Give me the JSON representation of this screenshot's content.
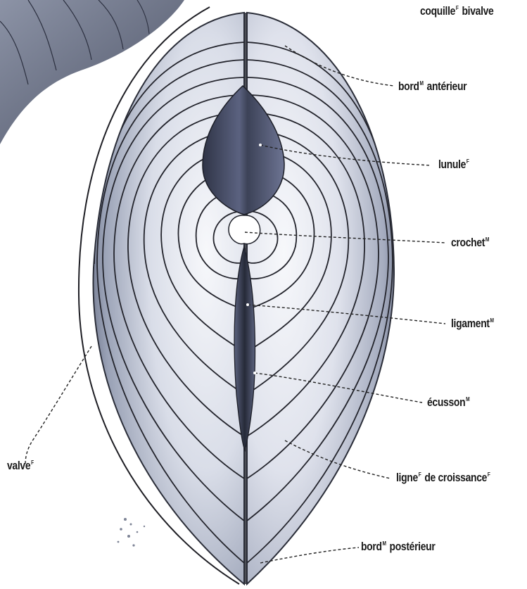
{
  "diagram": {
    "title": {
      "text": "coquille",
      "sup": "F",
      "text2": "bivalve"
    },
    "labels": [
      {
        "id": "bord-anterieur",
        "text": "bord",
        "sup": "M",
        "text2": "antérieur"
      },
      {
        "id": "lunule",
        "text": "lunule",
        "sup": "F",
        "text2": ""
      },
      {
        "id": "crochet",
        "text": "crochet",
        "sup": "M",
        "text2": ""
      },
      {
        "id": "ligament",
        "text": "ligament",
        "sup": "M",
        "text2": ""
      },
      {
        "id": "ecusson",
        "text": "écusson",
        "sup": "M",
        "text2": ""
      },
      {
        "id": "ligne-de-croissance",
        "text": "ligne",
        "sup": "F",
        "text2": "de croissance",
        "sup2": "F"
      },
      {
        "id": "bord-posterieur",
        "text": "bord",
        "sup": "M",
        "text2": "postérieur"
      },
      {
        "id": "valve",
        "text": "valve",
        "sup": "F",
        "text2": ""
      }
    ],
    "colors": {
      "shell_light": "#eef0f6",
      "shell_mid": "#9aa2b6",
      "shell_dark": "#3d4356",
      "lunule": "#4a5068",
      "growth_line": "#23242c",
      "leader": "#222222"
    }
  }
}
